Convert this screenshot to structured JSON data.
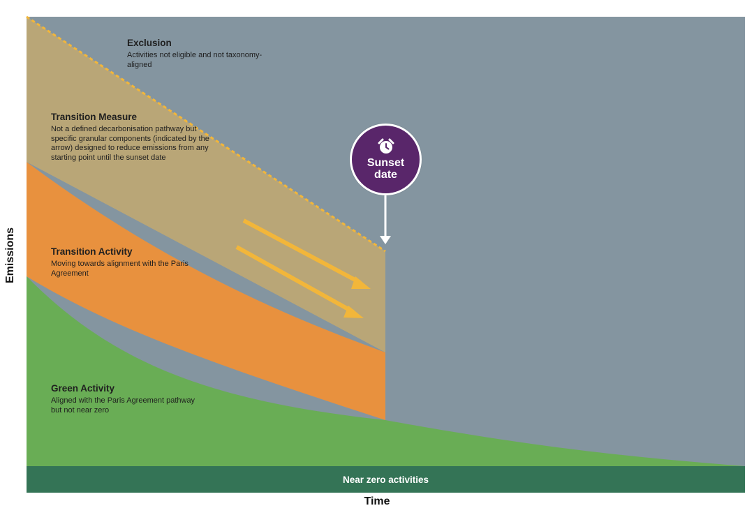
{
  "regions": {
    "exclusion": {
      "title": "Exclusion",
      "desc": "Activities not eligible and not taxonomy-aligned"
    },
    "transition_measure": {
      "title": "Transition Measure",
      "desc": "Not a defined decarbonisation pathway but specific granular components (indicated by the arrow) designed to reduce emissions from any starting point until the sunset date"
    },
    "transition_activity": {
      "title": "Transition Activity",
      "desc": "Moving towards alignment with the Paris Agreement"
    },
    "green_activity": {
      "title": "Green Activity",
      "desc": "Aligned with the Paris Agreement pathway but not near zero"
    }
  },
  "near_zero_label": "Near zero activities",
  "sunset_label": "Sunset date",
  "axes": {
    "x": "Time",
    "y": "Emissions"
  },
  "icons": {
    "sunset": "alarm-clock-icon",
    "pointer": "arrow-down-icon"
  },
  "colors": {
    "exclusion": "#8495a0",
    "transition_measure": "#b9a677",
    "transition_activity": "#e8913e",
    "green_activity": "#69ad55",
    "near_zero": "#347456",
    "arrows": "#f2b63a",
    "sunset": "#59266a"
  }
}
